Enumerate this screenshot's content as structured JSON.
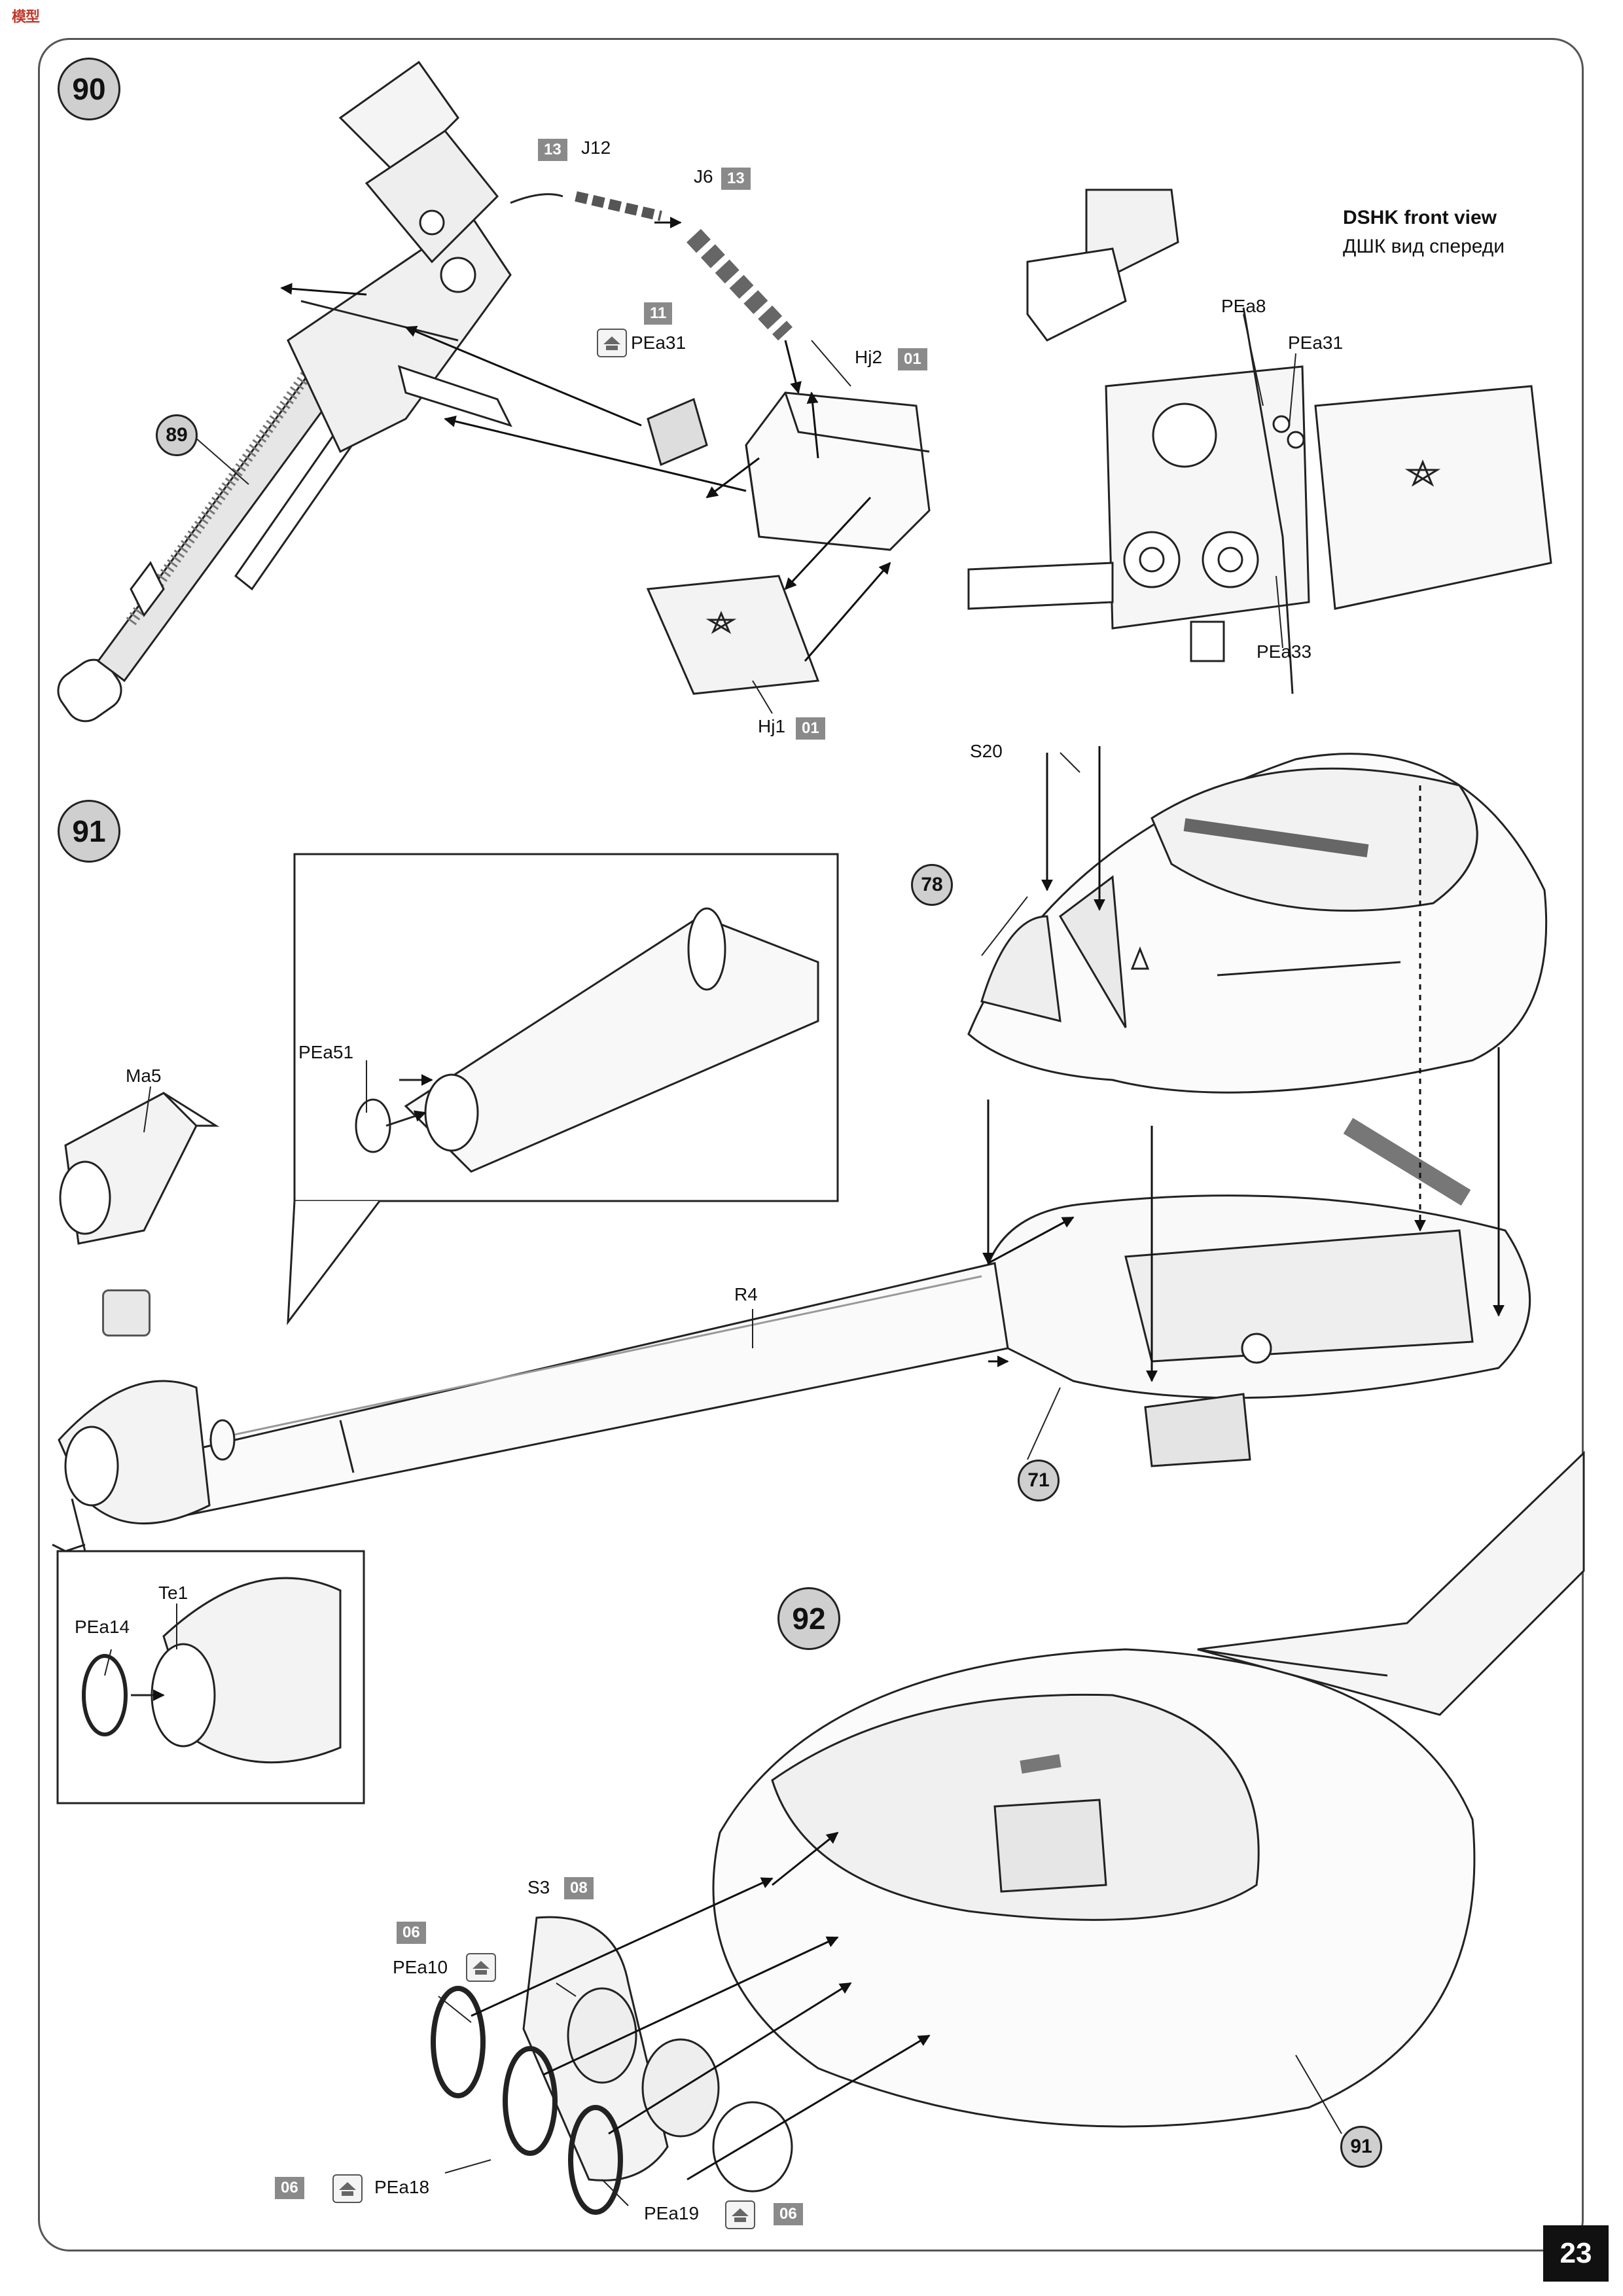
{
  "page_number": "23",
  "steps": {
    "s90": "90",
    "s91": "91",
    "s92": "92"
  },
  "refs": {
    "r89": "89",
    "r78": "78",
    "r71": "71",
    "r91": "91"
  },
  "labels": {
    "J12": "J12",
    "J6": "J6",
    "PEa31_top": "PEa31",
    "Hj2": "Hj2",
    "Hj1": "Hj1",
    "PEa8": "PEa8",
    "PEa31_front": "PEa31",
    "PEa33": "PEa33",
    "S20": "S20",
    "PEa51": "PEa51",
    "Ma5": "Ma5",
    "R4": "R4",
    "Te1": "Te1",
    "PEa14": "PEa14",
    "S3": "S3",
    "PEa10": "PEa10",
    "PEa18": "PEa18",
    "PEa19": "PEa19"
  },
  "sprues": {
    "sp_13a": "13",
    "sp_13b": "13",
    "sp_11": "11",
    "sp_01a": "01",
    "sp_01b": "01",
    "sp_08": "08",
    "sp_06a": "06",
    "sp_06b": "06",
    "sp_06c": "06"
  },
  "dshk": {
    "title": "DSHK front view",
    "title_ru": "ДШК вид спереди"
  }
}
